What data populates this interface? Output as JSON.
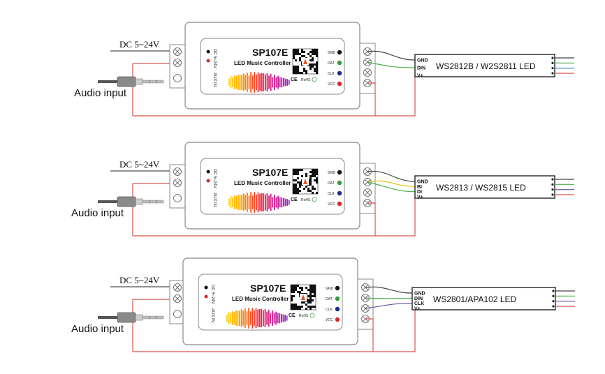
{
  "colors": {
    "power_wire": "#d9534f",
    "gnd_wire": "#444444",
    "data_wire": "#4caf50",
    "yellow_wire": "#e0c200",
    "clk_wire": "#6a4ca8",
    "dot_gnd": "#111111",
    "dot_dat": "#2e9c3a",
    "dot_clk": "#1d2a8c",
    "dot_vcc": "#d42a2a"
  },
  "diagrams": [
    {
      "dc_label": "DC 5~24V",
      "audio_label": "Audio input",
      "controller": {
        "model": "SP107E",
        "subtitle": "LED Music Controller",
        "side_power": "DC 5~24V",
        "side_aux": "AUX IN",
        "outputs": [
          "GND",
          "DAT",
          "CLK",
          "VCC"
        ],
        "cert": [
          "CE",
          "RoHS"
        ]
      },
      "strip": {
        "pins": [
          "GND",
          "DIN",
          "V+"
        ],
        "label": "WS2812B / W2S2811 LED"
      }
    },
    {
      "dc_label": "DC 5~24V",
      "audio_label": "Audio input",
      "controller": {
        "model": "SP107E",
        "subtitle": "LED Music Controller",
        "side_power": "DC 5~24V",
        "side_aux": "AUX IN",
        "outputs": [
          "GND",
          "DAT",
          "CLK",
          "VCC"
        ],
        "cert": [
          "CE",
          "RoHS"
        ]
      },
      "strip": {
        "pins": [
          "GND",
          "BI",
          "DI",
          "V+"
        ],
        "label": "WS2813 / WS2815 LED"
      }
    },
    {
      "dc_label": "DC 5~24V",
      "audio_label": "Audio input",
      "controller": {
        "model": "SP107E",
        "subtitle": "LED Music Controller",
        "side_power": "DC 5~24V",
        "side_aux": "AUX IN",
        "outputs": [
          "GND",
          "DAT",
          "CLK",
          "VCC"
        ],
        "cert": [
          "CE",
          "RoHS"
        ]
      },
      "strip": {
        "pins": [
          "GND",
          "DIN",
          "CLK",
          "V+"
        ],
        "label": "WS2801/APA102  LED"
      }
    }
  ]
}
